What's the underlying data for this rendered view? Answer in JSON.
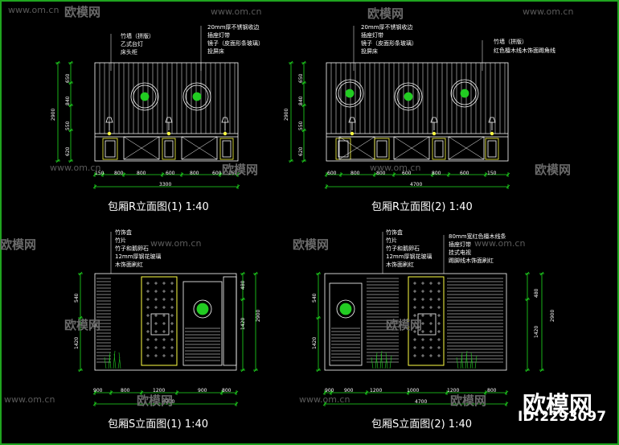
{
  "drawings": [
    {
      "id": "r1",
      "title": "包厢R立面图(1)  1:40",
      "notes_left": [
        "竹墙（拼版）",
        "乙式台灯",
        "床头柜"
      ],
      "notes_right": [
        "20mm厚不锈钢收边",
        "插座灯带",
        "镜子（皮面形条玻璃）",
        "投屏床"
      ],
      "dims_bottom": [
        "150",
        "800",
        "800",
        "600",
        "800",
        "600",
        "150"
      ],
      "dim_total": "3300",
      "dims_side": [
        "650",
        "840",
        "550",
        "620"
      ],
      "side_total": "2900"
    },
    {
      "id": "r2",
      "title": "包厢R立面图(2)  1:40",
      "notes_left": [
        "20mm厚不锈钢收边",
        "插座灯带",
        "镜子（皮面形条玻璃）",
        "投屏床"
      ],
      "notes_right": [
        "竹墙（拼版）",
        "红色檀木线木饰面踢角线"
      ],
      "dims_bottom": [
        "600",
        "800",
        "800",
        "600",
        "800",
        "600",
        "150"
      ],
      "dim_total": "4700",
      "dims_side": [
        "650",
        "840",
        "550",
        "620"
      ],
      "side_total": "2900"
    },
    {
      "id": "s1",
      "title": "包厢S立面图(1)  1:40",
      "notes_left": [
        "竹饰盒",
        "竹片",
        "竹子和鹅卵石",
        "12mm厚钢花玻璃",
        "木饰面刷红"
      ],
      "notes_right": [],
      "dims_bottom": [
        "900",
        "800",
        "1200",
        "900",
        "800"
      ],
      "dim_total": "4700",
      "dims_side": [
        "480",
        "1420",
        "540",
        "1420"
      ],
      "side_total": "2900"
    },
    {
      "id": "s2",
      "title": "包厢S立面图(2)  1:40",
      "notes_left": [
        "竹饰盒",
        "竹片",
        "竹子和鹅卵石",
        "12mm厚钢花玻璃",
        "木饰面刷红"
      ],
      "notes_right": [
        "80mm宽红色檀木线条",
        "插座灯带",
        "挂式电视",
        "踢脚线木饰面刷红"
      ],
      "dims_bottom": [
        "900",
        "900",
        "1200",
        "1000",
        "1200",
        "800"
      ],
      "dim_total": "4700",
      "dims_side": [
        "480",
        "1420",
        "540",
        "1420"
      ],
      "side_total": "2900"
    }
  ],
  "watermarks": {
    "site": "www.om.cn",
    "logo": "欧模网"
  },
  "brand": {
    "name": "欧模网",
    "id": "ID:2293097"
  },
  "colors": {
    "line": "#ffffff",
    "dim": "#20e020",
    "accent": "#ffff44",
    "circle": "#22cc22"
  }
}
